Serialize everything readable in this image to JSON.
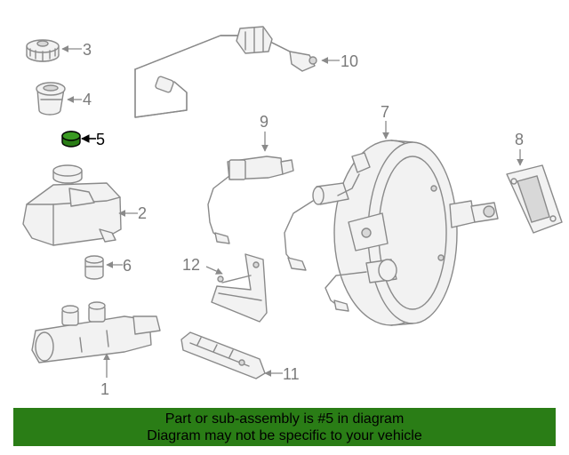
{
  "highlight_color": "#2a7d16",
  "callouts": {
    "c1": "1",
    "c2": "2",
    "c3": "3",
    "c4": "4",
    "c5": "5",
    "c6": "6",
    "c7": "7",
    "c8": "8",
    "c9": "9",
    "c10": "10",
    "c11": "11",
    "c12": "12"
  },
  "highlighted_part": "5",
  "banner": {
    "line1": "Part or sub-assembly is #5 in diagram",
    "line2": "Diagram may not be specific to your vehicle"
  }
}
